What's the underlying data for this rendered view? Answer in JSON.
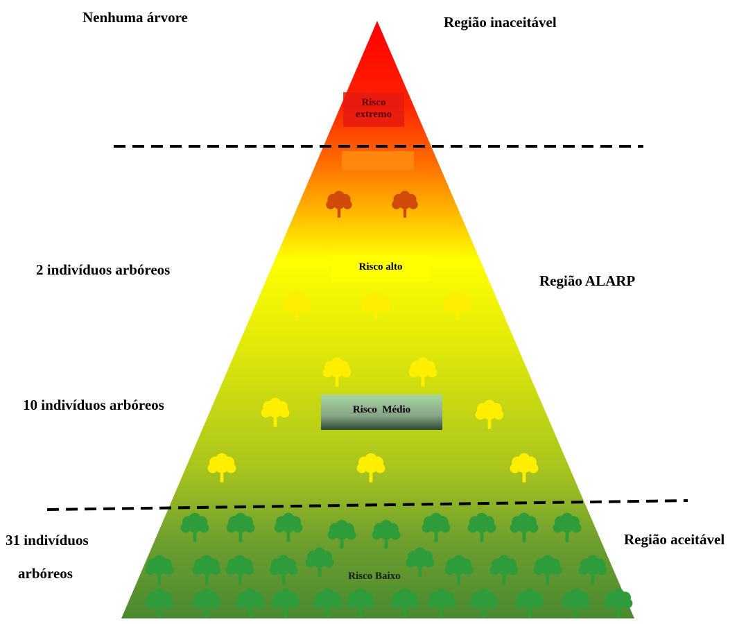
{
  "left_labels": {
    "top": "Nenhuma árvore",
    "alarp_upper": "2 indivíduos arbóreos",
    "alarp_lower": "10 indivíduos arbóreos",
    "bottom_line1": "31 indivíduos",
    "bottom_line2": "arbóreos"
  },
  "right_labels": {
    "top": "Região inaceitável",
    "middle": "Região ALARP",
    "bottom": "Região aceitável"
  },
  "pyramid_labels": {
    "extreme_line1": "Risco",
    "extreme_line2": "extremo",
    "high": "Risco alto",
    "medium": "Risco  Médio",
    "low": "Risco Baixo"
  },
  "colors": {
    "red": "#ff0000",
    "orange": "#ff7f00",
    "yellow": "#ffff00",
    "olive": "#b3cc1a",
    "green": "#4e8c34",
    "tree_dark_orange": "#d24a0a",
    "tree_yellow": "#ffee00",
    "tree_green": "#2e9c3a"
  }
}
